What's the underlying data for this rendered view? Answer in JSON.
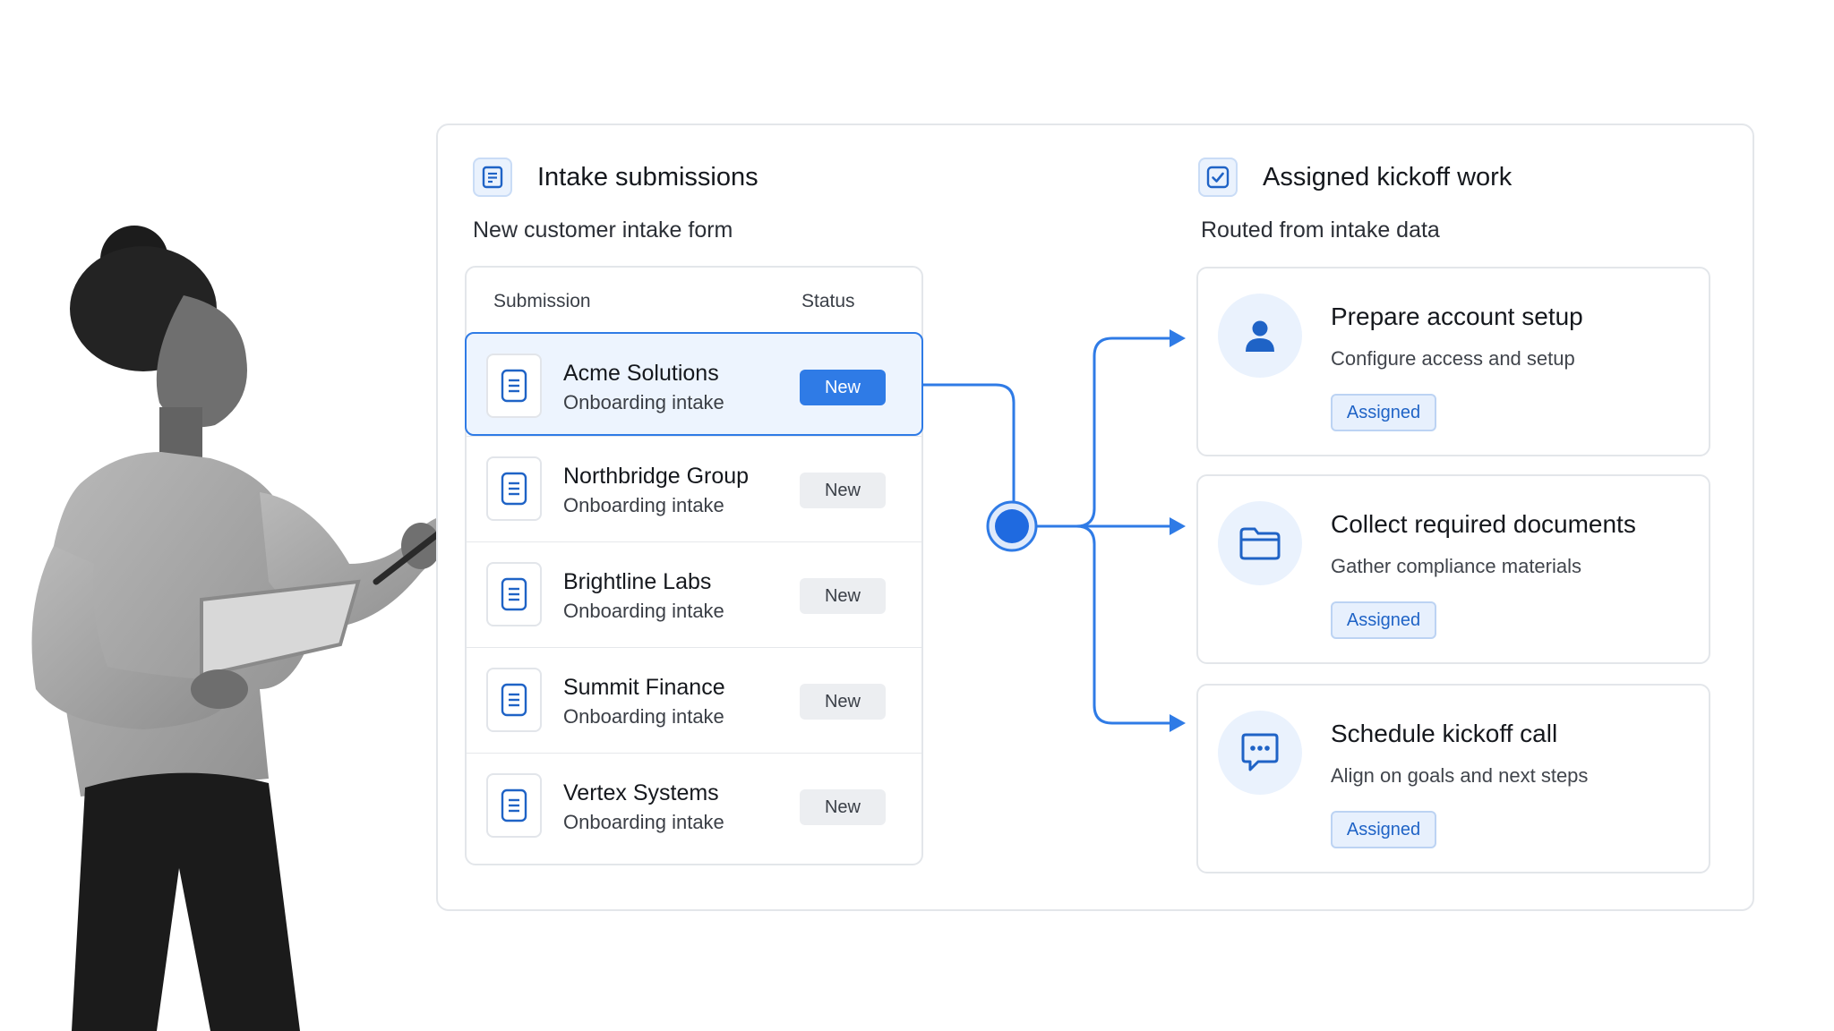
{
  "intake": {
    "title": "Intake submissions",
    "subtitle": "New customer intake form",
    "columns": {
      "submission": "Submission",
      "status": "Status"
    },
    "rows": [
      {
        "name": "Acme Solutions",
        "desc": "Onboarding intake",
        "status": "New",
        "selected": true
      },
      {
        "name": "Northbridge Group",
        "desc": "Onboarding intake",
        "status": "New",
        "selected": false
      },
      {
        "name": "Brightline Labs",
        "desc": "Onboarding intake",
        "status": "New",
        "selected": false
      },
      {
        "name": "Summit Finance",
        "desc": "Onboarding intake",
        "status": "New",
        "selected": false
      },
      {
        "name": "Vertex Systems",
        "desc": "Onboarding intake",
        "status": "New",
        "selected": false
      }
    ]
  },
  "kickoff": {
    "title": "Assigned kickoff work",
    "subtitle": "Routed from intake data",
    "tasks": [
      {
        "title": "Prepare account setup",
        "desc": "Configure access and setup",
        "badge": "Assigned",
        "icon": "user-icon"
      },
      {
        "title": "Collect required documents",
        "desc": "Gather compliance materials",
        "badge": "Assigned",
        "icon": "folder-icon"
      },
      {
        "title": "Schedule kickoff call",
        "desc": "Align on goals and next steps",
        "badge": "Assigned",
        "icon": "chat-icon"
      }
    ]
  },
  "colors": {
    "accent": "#2f7be6",
    "accent_dark": "#1f63c6",
    "accent_soft": "#eaf2fd"
  }
}
